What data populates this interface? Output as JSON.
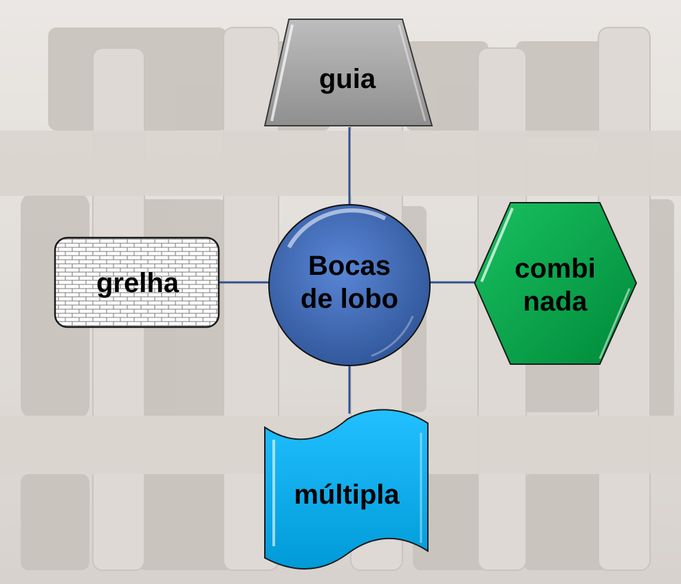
{
  "diagram": {
    "center": {
      "label": "Bocas\nde lobo",
      "color": "#4472c4"
    },
    "nodes": [
      {
        "id": "guia",
        "label": "guia",
        "color": "#a6a6a6"
      },
      {
        "id": "grelha",
        "label": "grelha",
        "color": "#ffffff"
      },
      {
        "id": "combinada",
        "label": "combi\nnada",
        "color": "#00b050"
      },
      {
        "id": "multipla",
        "label": "múltipla",
        "color": "#00b0f0"
      }
    ],
    "connector_color": "#2f528f"
  }
}
